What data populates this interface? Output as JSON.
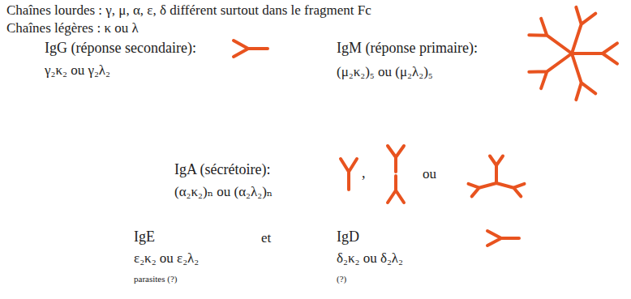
{
  "diagram": {
    "labels": [
      "Chaînes lourdes : γ, μ, α, ε, δ différent surtout dans le fragment Fc",
      "Chaînes légères : κ ou λ",
      "IgG (réponse secondaire):",
      "γ₂κ₂ ou γ₂λ₂",
      "IgM (réponse primaire):",
      "(μ₂κ₂)₅ ou (μ₂λ₂)₅",
      "IgA (sécrétoire):",
      ",",
      "ou",
      "(α₂κ₂)ₙ ou (α₂λ₂)ₙ",
      "IgE",
      "ε₂κ₂ ou ε₂λ₂",
      "parasites (?)",
      "et",
      "IgD",
      "δ₂κ₂ ou δ₂λ₂",
      "(?)"
    ]
  }
}
